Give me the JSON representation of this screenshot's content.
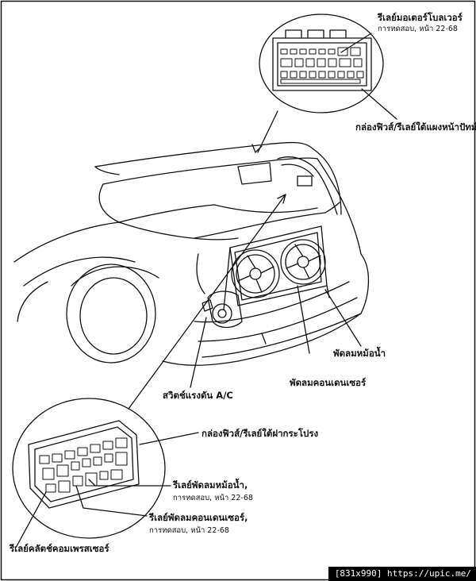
{
  "labels": {
    "blower_relay": "รีเลย์มอเตอร์โบลเวอร์",
    "blower_relay_ref": "การทดสอบ, หน้า 22-68",
    "dash_fuse_box": "กล่องฟิวส์/รีเลย์ใต้แผงหน้าปัทม์",
    "radiator_fan": "พัดลมหม้อน้ำ",
    "condenser_fan": "พัดลมคอนเดนเซอร์",
    "ac_pressure_switch": "สวิตช์แรงดัน A/C",
    "hood_fuse_box": "กล่องฟิวส์/รีเลย์ใต้ฝากระโปรง",
    "radiator_fan_relay": "รีเลย์พัดลมหม้อน้ำ,",
    "radiator_fan_relay_ref": "การทดสอบ, หน้า 22-68",
    "condenser_fan_relay": "รีเลย์พัดลมคอนเดนเซอร์,",
    "condenser_fan_relay_ref": "การทดสอบ, หน้า 22-68",
    "compressor_clutch_relay": "รีเลย์คลัตช์คอมเพรสเซอร์"
  },
  "watermark": "[831x990] https://upic.me/"
}
